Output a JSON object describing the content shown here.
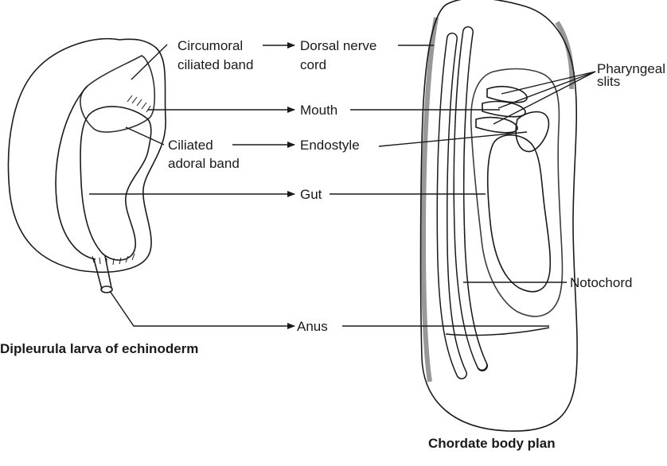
{
  "labels": {
    "circumoral_1": "Circumoral",
    "circumoral_2": "ciliated band",
    "dorsal_1": "Dorsal nerve",
    "dorsal_2": "cord",
    "mouth": "Mouth",
    "adoral_1": "Ciliated",
    "adoral_2": "adoral band",
    "endostyle": "Endostyle",
    "gut": "Gut",
    "pharyngeal_1": "Pharyngeal",
    "pharyngeal_2": "slits",
    "notochord": "Notochord",
    "anus": "Anus"
  },
  "captions": {
    "larva": "Dipleurula larva of echinoderm",
    "chordate": "Chordate body plan"
  }
}
